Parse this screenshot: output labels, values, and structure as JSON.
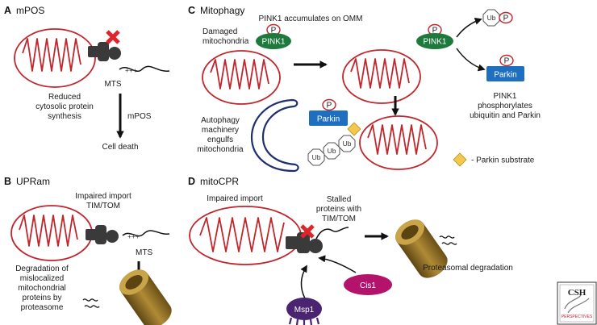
{
  "panels": {
    "a": {
      "letter": "A",
      "title": "mPOS",
      "mts": "MTS",
      "reduced": [
        "Reduced",
        "cytosolic protein",
        "synthesis"
      ],
      "mpos": "mPOS",
      "death": "Cell death",
      "plus": "+++"
    },
    "b": {
      "letter": "B",
      "title": "UPRam",
      "impaired": [
        "Impaired import",
        "TIM/TOM"
      ],
      "mts": "MTS",
      "degradation": [
        "Degradation of",
        "mislocalized",
        "mitochondrial",
        "proteins by",
        "proteasome"
      ],
      "plus": "+++"
    },
    "c": {
      "letter": "C",
      "title": "Mitophagy",
      "pink_accum": "PINK1 accumulates on OMM",
      "damaged": [
        "Damaged",
        "mitochondria"
      ],
      "pink1": "PINK1",
      "p": "P",
      "ub": "Ub",
      "parkin": "Parkin",
      "phospho": [
        "PINK1",
        "phosphorylates",
        "ubiquitin and Parkin"
      ],
      "autophagy": [
        "Autophagy",
        "machinery",
        "engulfs",
        "mitochondria"
      ],
      "substrate": "- Parkin substrate"
    },
    "d": {
      "letter": "D",
      "title": "mitoCPR",
      "impaired": "Impaired import",
      "stalled": [
        "Stalled",
        "proteins with",
        "TIM/TOM"
      ],
      "cis1": "Cis1",
      "msp1": "Msp1",
      "proteasomal": "Proteasomal degradation"
    }
  },
  "logo": {
    "line1": "CSH",
    "line2": "PERSPECTIVES"
  },
  "colors": {
    "mito": "#c0262c",
    "pink1": "#1e7a3c",
    "parkin": "#1f6fc0",
    "cis1": "#b3136b",
    "msp1": "#4a2470",
    "phagophore": "#1f2e6e",
    "substrate": "#f2c94c",
    "proteasome": "#8a6a22"
  }
}
